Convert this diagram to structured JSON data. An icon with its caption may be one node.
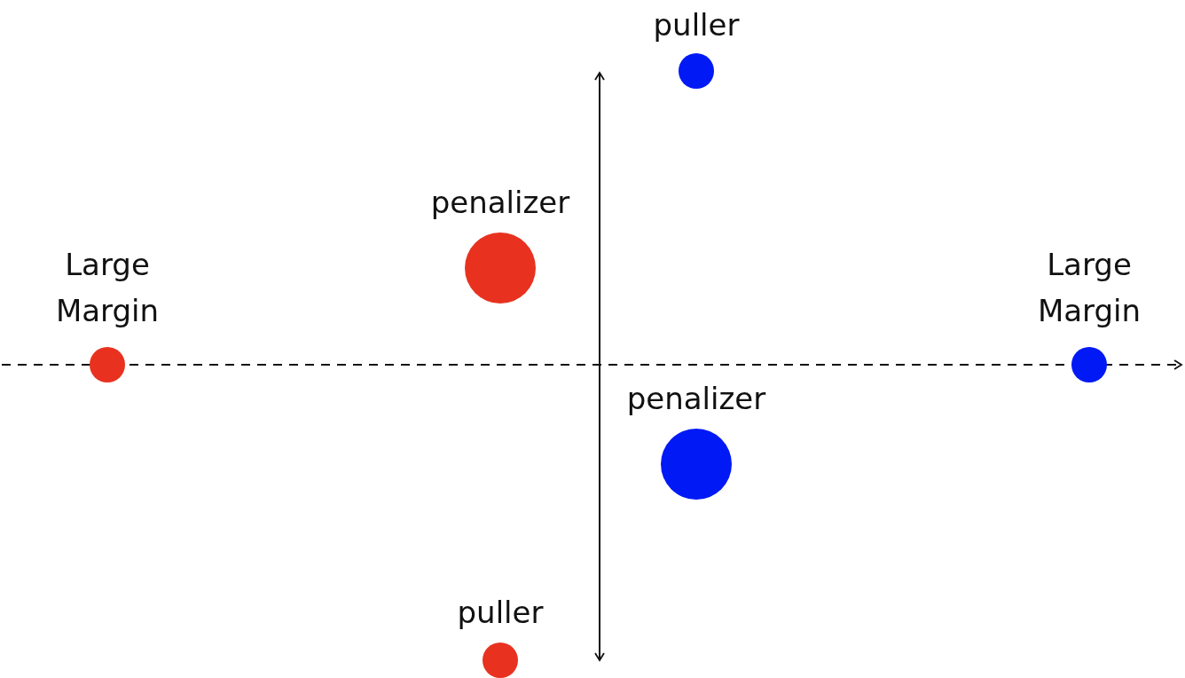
{
  "diagram": {
    "nodes": [
      {
        "text": [],
        "shape": "circle",
        "beside": [
          "puller"
        ]
      },
      {
        "text": [],
        "shape": "circle",
        "beside": [
          "penalizer"
        ]
      },
      {
        "text": [],
        "shape": "circle",
        "beside": [
          "Large Margin"
        ]
      },
      {
        "text": [],
        "shape": "circle",
        "beside": [
          "Large Margin"
        ]
      },
      {
        "text": [],
        "shape": "circle",
        "beside": [
          "penalizer"
        ]
      },
      {
        "text": [],
        "shape": "circle",
        "beside": [
          "puller"
        ]
      }
    ]
  }
}
